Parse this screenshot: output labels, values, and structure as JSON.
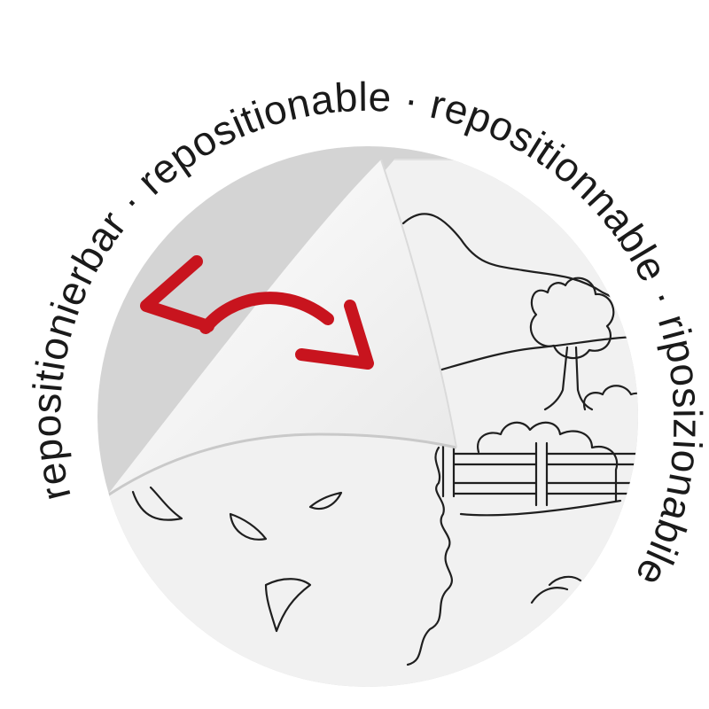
{
  "ring_labels": {
    "top": "repositionable · repositionnable ·",
    "left": "repositionierbar ·",
    "right": "riposizionabile"
  },
  "colors": {
    "wall": "#d4d4d4",
    "sheet": "#f1f1f1",
    "curl": "#ffffff",
    "arrow": "#c8141e",
    "ink": "#1f1f1f"
  },
  "icons": {
    "arrow": "double-headed-curved-arrow-icon",
    "scene": "landscape-drawing"
  }
}
